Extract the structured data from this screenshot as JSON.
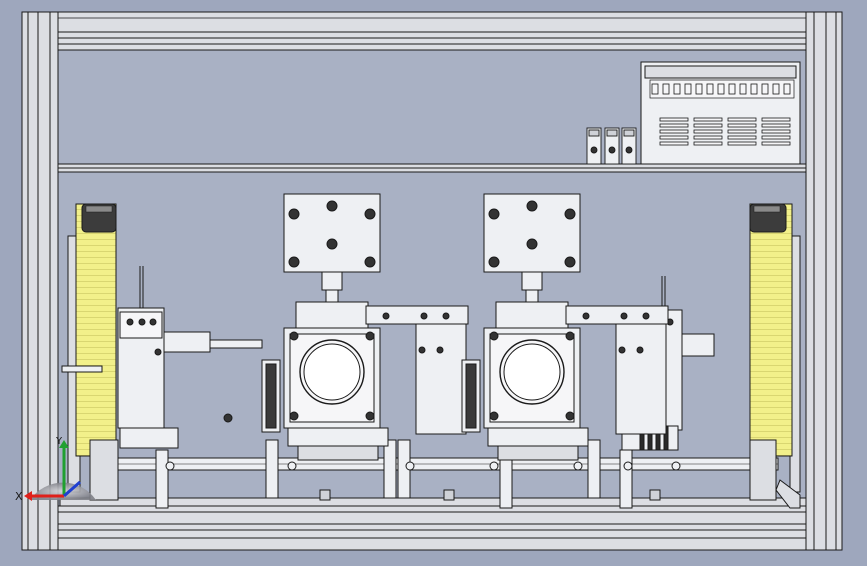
{
  "colors": {
    "background": "#9ea7bd",
    "frame": "#dcdee3",
    "panel": "#a9b1c4",
    "metal": "#eef0f3",
    "outline": "#1a1a1a",
    "light_curtain": "#f2f08a",
    "light_curtain_dark": "#3c3c3c",
    "triad_x": "#e0201a",
    "triad_y": "#20a030",
    "triad_z": "#2040d0"
  },
  "axis_triad": {
    "x_label": "X",
    "y_label": "Y",
    "icons": [
      "x-axis-arrow-icon",
      "y-axis-arrow-icon",
      "z-axis-origin-icon"
    ]
  },
  "assembly": {
    "modules": [
      "left-light-curtain",
      "left-cylinder-unit",
      "left-valve-unit",
      "right-valve-unit",
      "right-cylinder-unit",
      "right-light-curtain",
      "controller-box",
      "relay-modules"
    ]
  }
}
